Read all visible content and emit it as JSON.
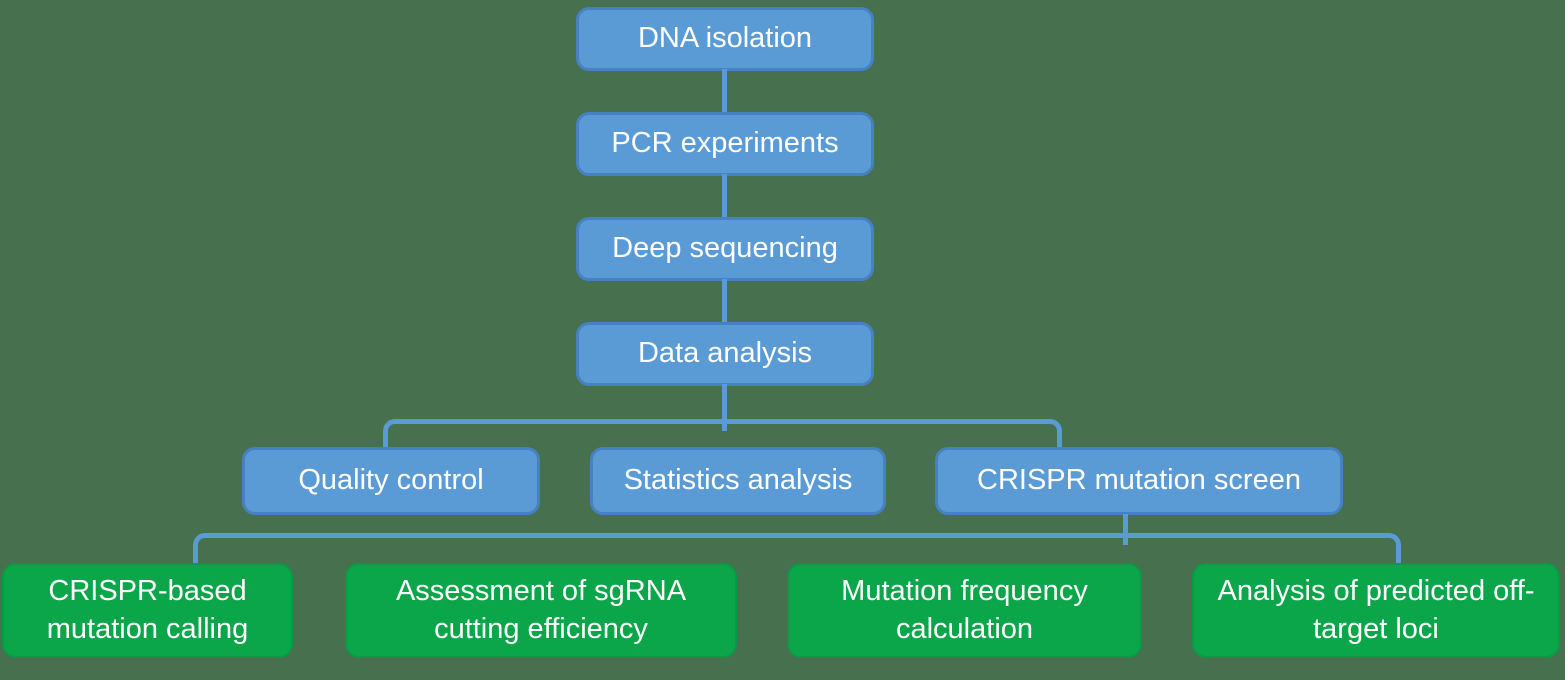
{
  "background_color": "#47704e",
  "colors": {
    "box_blue_fill": "#5b9bd5",
    "box_blue_border": "#4681c3",
    "box_green_fill": "#0ca64a",
    "box_green_border": "#0a9a44",
    "connector": "#5b9bd5",
    "text": "#ffffff"
  },
  "flowchart": {
    "main_chain": [
      {
        "label": "DNA isolation"
      },
      {
        "label": "PCR experiments"
      },
      {
        "label": "Deep sequencing"
      },
      {
        "label": "Data analysis"
      }
    ],
    "analysis_branches": [
      {
        "label": "Quality control"
      },
      {
        "label": "Statistics analysis"
      },
      {
        "label": "CRISPR mutation screen"
      }
    ],
    "crispr_branches": [
      {
        "label": "CRISPR-based mutation calling"
      },
      {
        "label": "Assessment of sgRNA cutting efficiency"
      },
      {
        "label": "Mutation frequency calculation"
      },
      {
        "label": "Analysis of predicted off-target loci"
      }
    ]
  }
}
